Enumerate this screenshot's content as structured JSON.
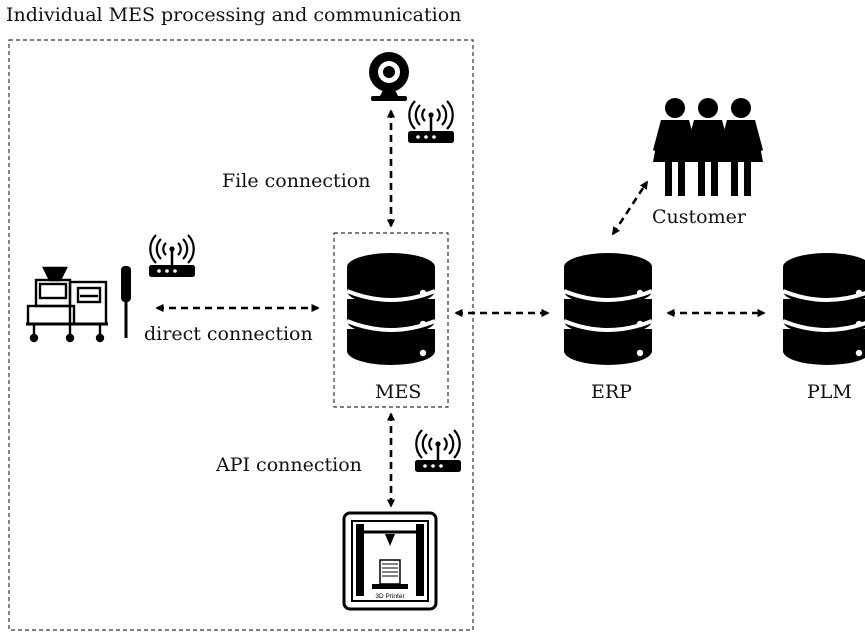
{
  "title": "Individual MES processing and communication",
  "connections": {
    "file": "File connection",
    "direct": "direct connection",
    "api": "API connection"
  },
  "nodes": {
    "mes": "MES",
    "erp": "ERP",
    "plm": "PLM",
    "customer": "Customer",
    "printer_text": "3D Printer"
  },
  "icons": [
    "webcam-icon",
    "router-icon",
    "people-icon",
    "database-icon",
    "machine-icon",
    "screwdriver-icon",
    "3d-printer-icon"
  ],
  "colors": {
    "ink": "#000000",
    "background": "#ffffff"
  }
}
